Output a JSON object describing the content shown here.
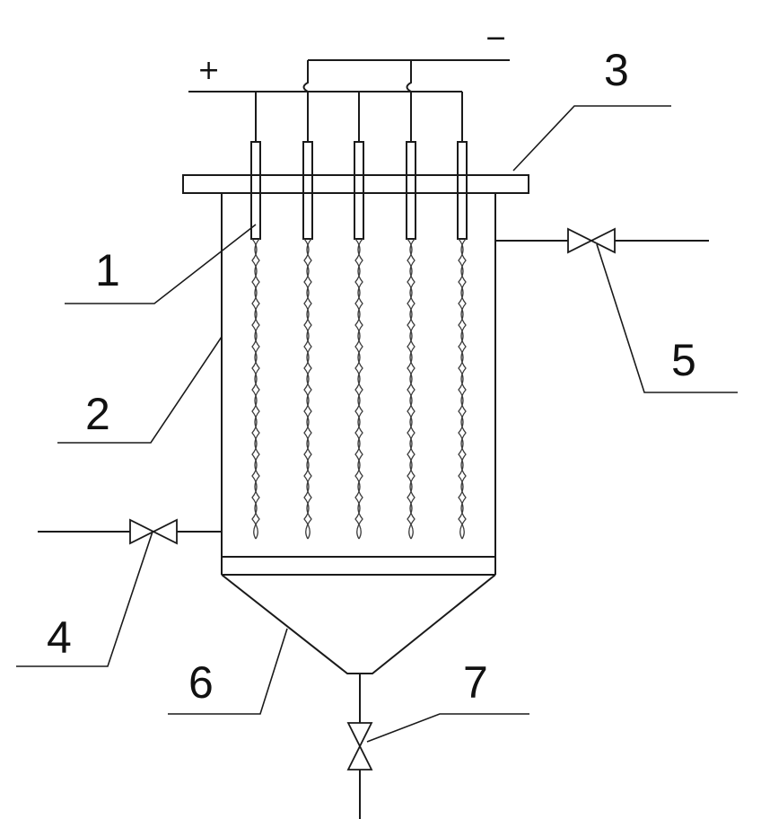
{
  "diagram": {
    "polarity": {
      "positive": "+",
      "negative": "−"
    },
    "callouts": [
      "1",
      "2",
      "3",
      "4",
      "5",
      "6",
      "7"
    ]
  }
}
